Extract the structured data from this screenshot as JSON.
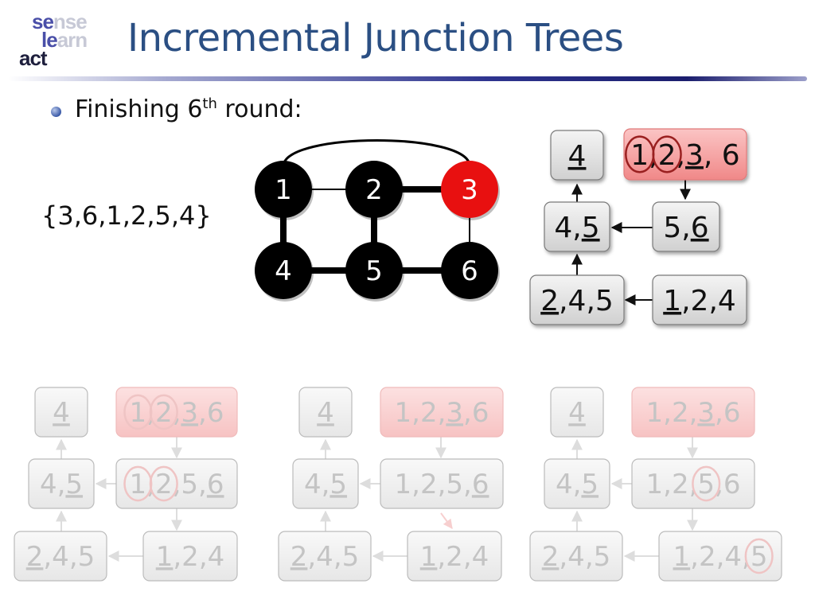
{
  "logo": {
    "word1_a": "se",
    "word1_b": "nse",
    "word2_a": "le",
    "word2_b": "arn",
    "word3_a": "act"
  },
  "title": "Incremental Junction Trees",
  "bullet": {
    "prefix": "Finishing 6",
    "sup": "th",
    "suffix": " round:"
  },
  "ordering": "{3,6,1,2,5,4}",
  "graph": {
    "highlight_color": "#e81010",
    "nodes": [
      {
        "id": "n1",
        "label": "1",
        "highlighted": false
      },
      {
        "id": "n2",
        "label": "2",
        "highlighted": false
      },
      {
        "id": "n3",
        "label": "3",
        "highlighted": true
      },
      {
        "id": "n4",
        "label": "4",
        "highlighted": false
      },
      {
        "id": "n5",
        "label": "5",
        "highlighted": false
      },
      {
        "id": "n6",
        "label": "6",
        "highlighted": false
      }
    ]
  },
  "main_tree": {
    "clique_colors": {
      "plain": "#e4e4e4",
      "active": "#f5a8a8"
    },
    "cliques": [
      {
        "id": "c4",
        "parts": [
          {
            "t": "4",
            "u": true
          }
        ]
      },
      {
        "id": "c1236",
        "parts": [
          {
            "t": "1",
            "c": true
          },
          {
            "t": ",",
            "u": false
          },
          {
            "t": "2",
            "c": true
          },
          {
            "t": ",",
            "u": false
          },
          {
            "t": "3",
            "u": true
          },
          {
            "t": ", 6",
            "u": false
          }
        ]
      },
      {
        "id": "c45",
        "parts": [
          {
            "t": "4,",
            "u": false
          },
          {
            "t": "5",
            "u": true
          }
        ]
      },
      {
        "id": "c56",
        "parts": [
          {
            "t": "5,",
            "u": false
          },
          {
            "t": "6",
            "u": true
          }
        ]
      },
      {
        "id": "c245",
        "parts": [
          {
            "t": "2",
            "u": true
          },
          {
            "t": ",4,5",
            "u": false
          }
        ]
      },
      {
        "id": "c124",
        "parts": [
          {
            "t": "1",
            "u": true
          },
          {
            "t": ",2,4",
            "u": false
          }
        ]
      }
    ]
  },
  "faded_trees": [
    {
      "id": "f1",
      "cliques": [
        {
          "parts": [
            {
              "t": "4",
              "u": true
            }
          ]
        },
        {
          "red": true,
          "parts": [
            {
              "t": "1",
              "c": true
            },
            {
              "t": ",",
              "u": false
            },
            {
              "t": "2",
              "c": true
            },
            {
              "t": ",",
              "u": false
            },
            {
              "t": "3",
              "u": true
            },
            {
              "t": ",6",
              "u": false
            }
          ]
        },
        {
          "parts": [
            {
              "t": "4,",
              "u": false
            },
            {
              "t": "5",
              "u": true
            }
          ]
        },
        {
          "parts": [
            {
              "t": "1",
              "c": true
            },
            {
              "t": ",",
              "u": false
            },
            {
              "t": "2",
              "c": true
            },
            {
              "t": ",5,",
              "u": false
            },
            {
              "t": "6",
              "u": true
            }
          ]
        },
        {
          "parts": [
            {
              "t": "2",
              "u": true
            },
            {
              "t": ",4,5",
              "u": false
            }
          ]
        },
        {
          "parts": [
            {
              "t": "1",
              "u": true
            },
            {
              "t": ",2,4",
              "u": false
            }
          ]
        }
      ]
    },
    {
      "id": "f2",
      "cliques": [
        {
          "parts": [
            {
              "t": "4",
              "u": true
            }
          ]
        },
        {
          "red": true,
          "parts": [
            {
              "t": "1,2,",
              "u": false
            },
            {
              "t": "3",
              "u": true
            },
            {
              "t": ",6",
              "u": false
            }
          ]
        },
        {
          "parts": [
            {
              "t": "4,",
              "u": false
            },
            {
              "t": "5",
              "u": true
            }
          ]
        },
        {
          "parts": [
            {
              "t": "1,2,5,",
              "u": false
            },
            {
              "t": "6",
              "u": true
            }
          ]
        },
        {
          "parts": [
            {
              "t": "2",
              "u": true
            },
            {
              "t": ",4,5",
              "u": false
            }
          ]
        },
        {
          "parts": [
            {
              "t": "1",
              "u": true
            },
            {
              "t": ",2,4",
              "u": false
            }
          ]
        }
      ]
    },
    {
      "id": "f3",
      "cliques": [
        {
          "parts": [
            {
              "t": "4",
              "u": true
            }
          ]
        },
        {
          "red": true,
          "parts": [
            {
              "t": "1,2,",
              "u": false
            },
            {
              "t": "3",
              "u": true
            },
            {
              "t": ",6",
              "u": false
            }
          ]
        },
        {
          "parts": [
            {
              "t": "4,",
              "u": false
            },
            {
              "t": "5",
              "u": true
            }
          ]
        },
        {
          "parts": [
            {
              "t": "1,2,",
              "u": false
            },
            {
              "t": "5",
              "c": true
            },
            {
              "t": ",6",
              "u": false
            }
          ]
        },
        {
          "parts": [
            {
              "t": "2",
              "u": true
            },
            {
              "t": ",4,5",
              "u": false
            }
          ]
        },
        {
          "parts": [
            {
              "t": "1",
              "u": true
            },
            {
              "t": ",2,4,",
              "u": false
            },
            {
              "t": "5",
              "c": true
            }
          ]
        }
      ]
    }
  ]
}
